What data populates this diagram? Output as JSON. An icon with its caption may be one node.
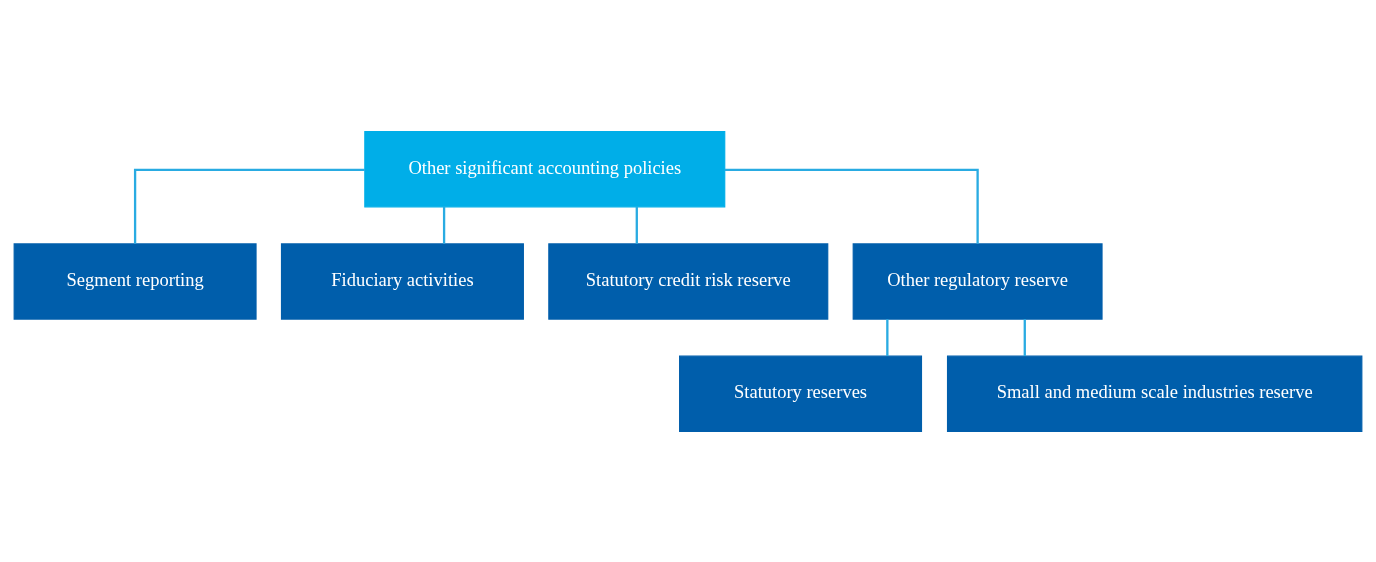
{
  "diagram": {
    "nodes": [
      {
        "text": [
          "Other significant accounting policies"
        ]
      },
      {
        "text": [
          "Segment reporting"
        ]
      },
      {
        "text": [
          "Fiduciary activities"
        ]
      },
      {
        "text": [
          "Statutory credit risk reserve"
        ]
      },
      {
        "text": [
          "Other regulatory reserve"
        ]
      },
      {
        "text": [
          "Statutory reserves"
        ]
      },
      {
        "text": [
          "Small and medium scale industries reserve"
        ]
      }
    ],
    "edges": [
      {
        "from": 0,
        "to": 1,
        "arrow": "none"
      },
      {
        "from": 0,
        "to": 2,
        "arrow": "none"
      },
      {
        "from": 0,
        "to": 3,
        "arrow": "none"
      },
      {
        "from": 0,
        "to": 4,
        "arrow": "none"
      },
      {
        "from": 4,
        "to": 5,
        "arrow": "none"
      },
      {
        "from": 4,
        "to": 6,
        "arrow": "none"
      }
    ]
  }
}
